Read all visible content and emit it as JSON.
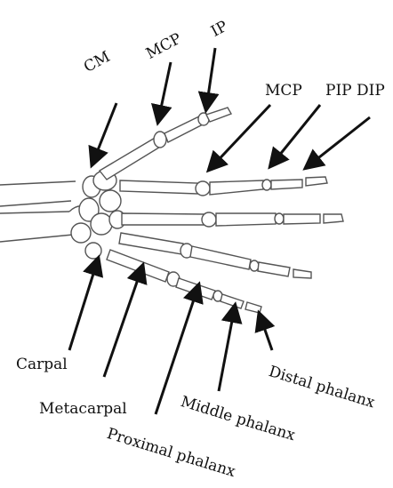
{
  "labels": {
    "cm": "CM",
    "mcp_thumb": "MCP",
    "ip": "IP",
    "mcp_finger": "MCP",
    "pip_dip": "PIP DIP",
    "carpal": "Carpal",
    "metacarpal": "Metacarpal",
    "proximal_phalanx": "Proximal phalanx",
    "middle_phalanx": "Middle phalanx",
    "distal_phalanx": "Distal phalanx"
  },
  "colors": {
    "bone_outline": "#555555",
    "arrow": "#111111",
    "text": "#111111"
  }
}
